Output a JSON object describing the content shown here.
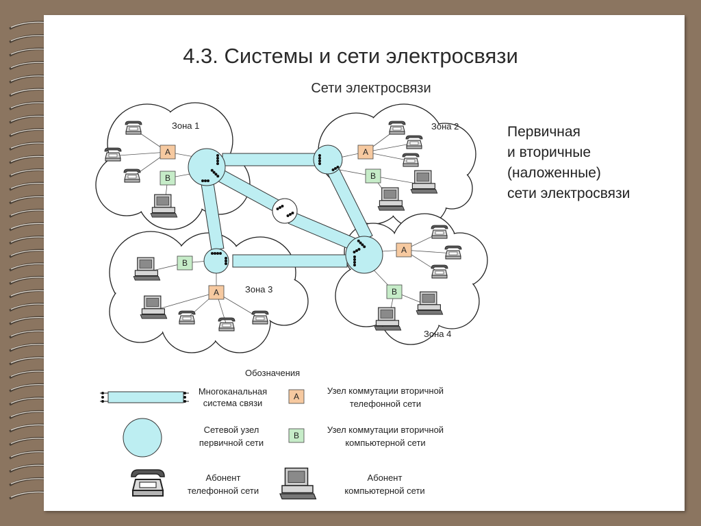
{
  "title": "4.3. Системы и сети электросвязи",
  "subtitle": "Сети электросвязи",
  "side_text": {
    "line1": "Первичная",
    "line2": "и вторичные",
    "line3": "(наложенные)",
    "line4": "сети электросвязи"
  },
  "zones": {
    "zone1": "Зона 1",
    "zone2": "Зона 2",
    "zone3": "Зона 3",
    "zone4": "Зона 4"
  },
  "node_letters": {
    "a": "A",
    "b": "B"
  },
  "legend": {
    "heading": "Обозначения",
    "multichannel_line1": "Многоканальная",
    "multichannel_line2": "система связи",
    "node_a_line1": "Узел коммутации вторичной",
    "node_a_line2": "телефонной сети",
    "primary_node_line1": "Сетевой узел",
    "primary_node_line2": "первичной сети",
    "node_b_line1": "Узел коммутации вторичной",
    "node_b_line2": "компьютерной  сети",
    "phone_line1": "Абонент",
    "phone_line2": "телефонной сети",
    "pc_line1": "Абонент",
    "pc_line2": "компьютерной сети"
  },
  "colors": {
    "page_background": "#8b7560",
    "channel_fill": "#bdeef2",
    "node_a_fill": "#f6c9a0",
    "node_b_fill": "#c6ecc8"
  }
}
